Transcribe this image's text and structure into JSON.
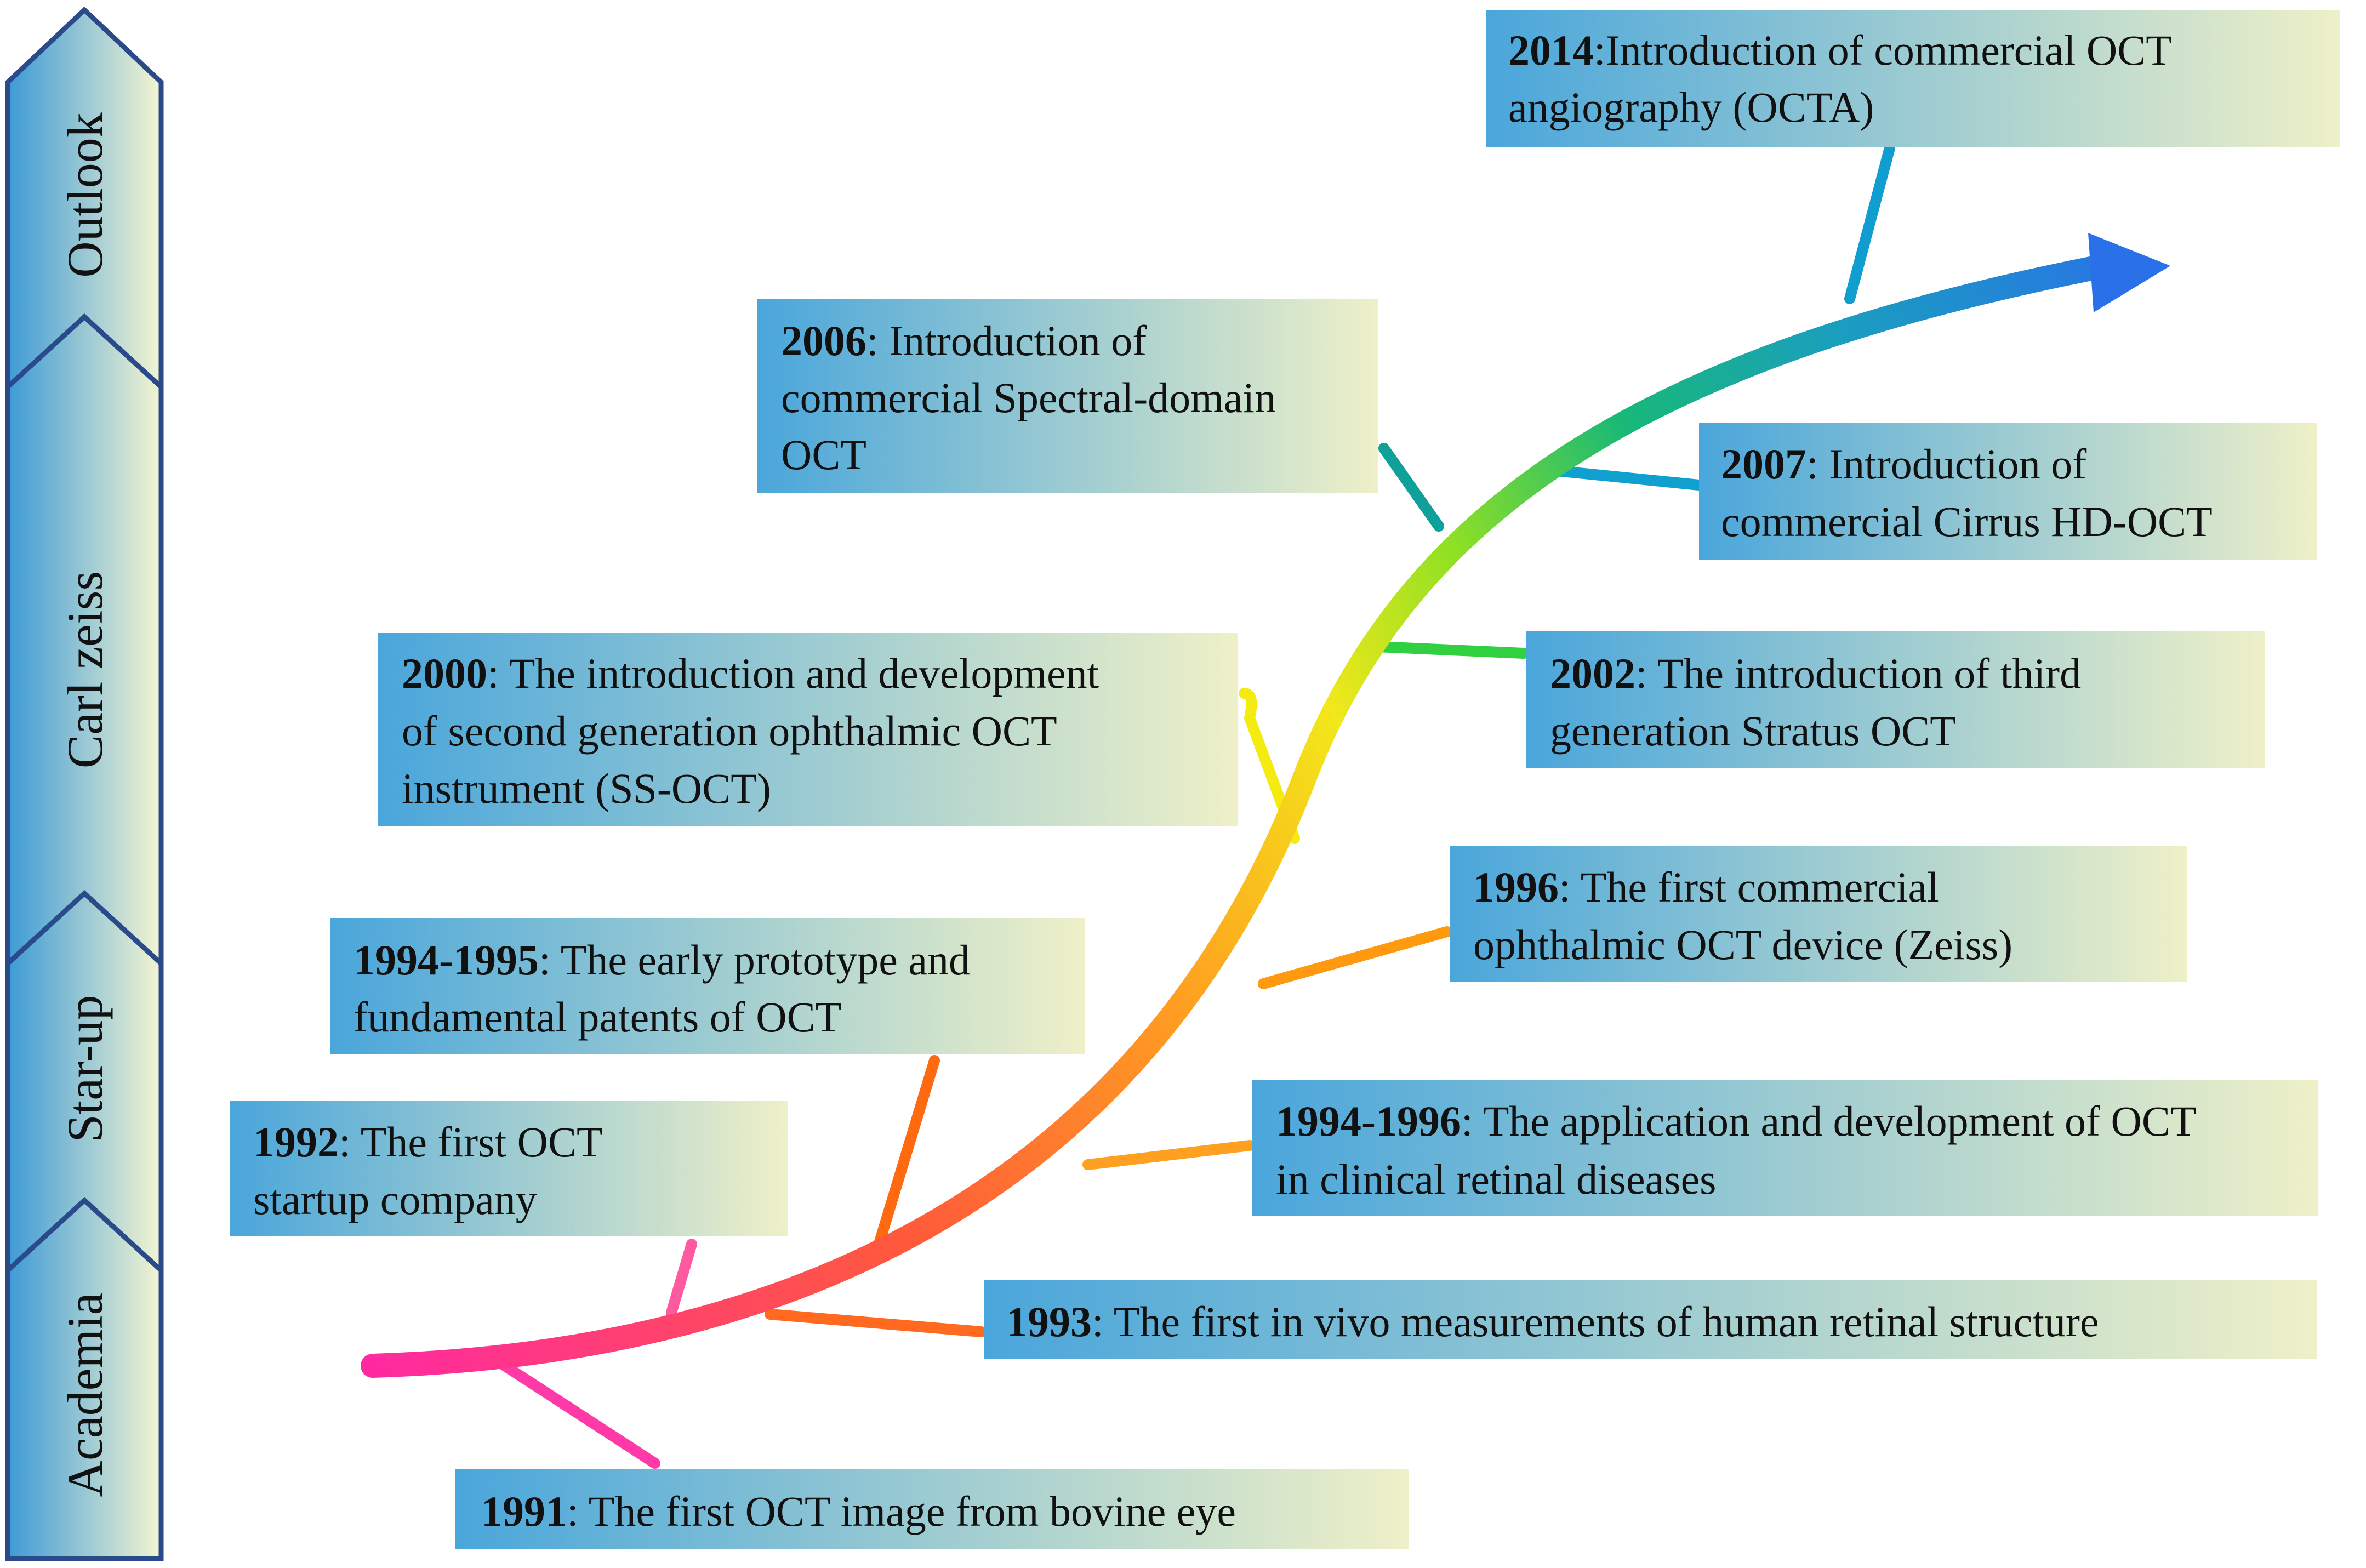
{
  "phases": [
    {
      "id": "academia",
      "label": "Academia"
    },
    {
      "id": "start-up",
      "label": "Star-up"
    },
    {
      "id": "carl-zeiss",
      "label": "Carl zeiss"
    },
    {
      "id": "outlook",
      "label": "Outlook"
    }
  ],
  "events": [
    {
      "id": "e1991",
      "year": "1991",
      "text": ": The first OCT image from bovine eye",
      "lines": [
        "The first OCT image from bovine eye"
      ]
    },
    {
      "id": "e1992",
      "year": "1992",
      "text": ": The first OCT",
      "line2": "startup company"
    },
    {
      "id": "e1993",
      "year": "1993",
      "text": ": The first in vivo measurements of human retinal structure"
    },
    {
      "id": "e1994a",
      "year": "1994-1995",
      "text": ": The early prototype and",
      "line2": "fundamental patents of OCT"
    },
    {
      "id": "e1994b",
      "year": "1994-1996",
      "text": ": The application and development of OCT",
      "line2": "in clinical retinal diseases"
    },
    {
      "id": "e1996",
      "year": "1996",
      "text": ": The first commercial",
      "line2": "ophthalmic OCT device (Zeiss)"
    },
    {
      "id": "e2000",
      "year": "2000",
      "text": ": The introduction and development",
      "line2": "of second generation ophthalmic OCT",
      "line3": "instrument (SS-OCT)"
    },
    {
      "id": "e2002",
      "year": "2002",
      "text": ": The introduction of third",
      "line2": "generation Stratus OCT"
    },
    {
      "id": "e2006",
      "year": "2006",
      "text": ": Introduction of",
      "line2": "commercial Spectral-domain",
      "line3": "OCT"
    },
    {
      "id": "e2007",
      "year": "2007",
      "text": ": Introduction of",
      "line2": "commercial Cirrus HD-OCT"
    },
    {
      "id": "e2014",
      "year": "2014",
      "text": ":Introduction of commercial OCT",
      "line2": "angiography (OCTA)"
    }
  ],
  "colors": {
    "box_start": "#4aa6db",
    "box_end": "#eef0c8",
    "phase_start": "#3d9ad6",
    "phase_end": "#f4f5d2",
    "phase_border": "#2b4a8a",
    "curve": [
      "#ff2aa0",
      "#ff6a30",
      "#ffa020",
      "#f2e81a",
      "#8ee024",
      "#18c070",
      "#10a0a8",
      "#2a78e6"
    ]
  }
}
